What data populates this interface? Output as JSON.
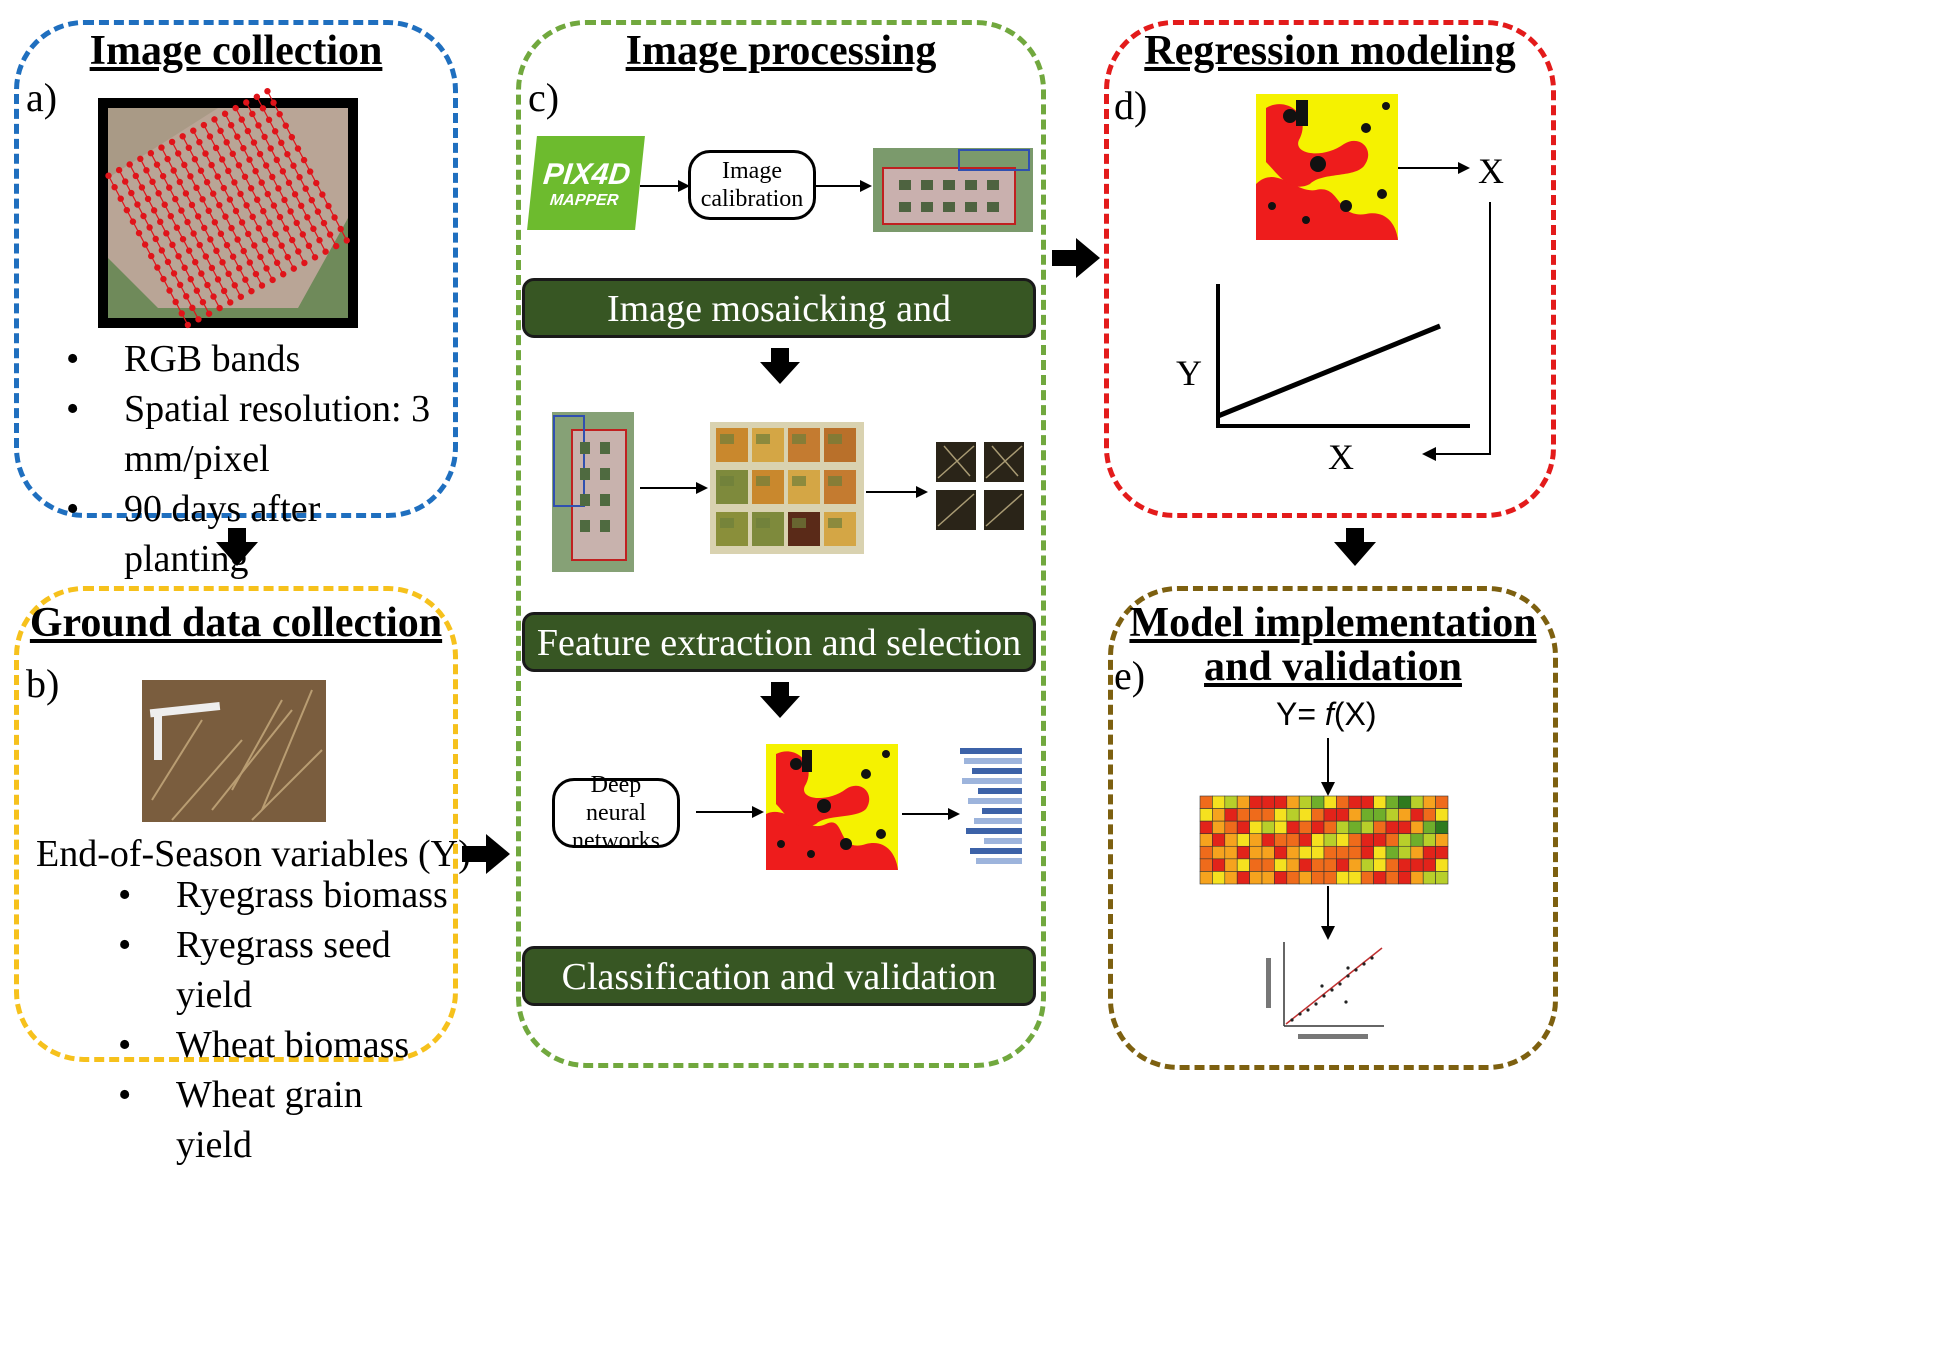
{
  "panel_a": {
    "title": "Image collection",
    "letter": "a)",
    "bullets": [
      "RGB bands",
      "Spatial resolution: 3 mm/pixel",
      "90 days after planting"
    ]
  },
  "panel_b": {
    "title": "Ground data collection",
    "letter": "b)",
    "variables_heading": "End-of-Season variables (Y)",
    "bullets": [
      "Ryegrass biomass",
      "Ryegrass seed yield",
      "Wheat biomass",
      "Wheat grain yield"
    ]
  },
  "panel_c": {
    "title": "Image processing",
    "letter": "c)",
    "logo_text_top": "PIX4D",
    "logo_text_bottom": "MAPPER",
    "calibration_box": "Image calibration",
    "stage_1": "Image mosaicking and calibration",
    "stage_2": "Feature extraction and selection",
    "dnn_box": "Deep neural networks",
    "stage_3": "Classification and validation"
  },
  "panel_d": {
    "title": "Regression modeling",
    "letter": "d)",
    "x_label_top": "X",
    "y_label": "Y",
    "x_label_axis": "X"
  },
  "panel_e": {
    "title_line1": "Model implementation",
    "title_line2": "and validation",
    "letter": "e)",
    "formula_pre": "Y= ",
    "formula_f": "f",
    "formula_post": "(X)"
  },
  "colors": {
    "blue": "#1F6FBF",
    "yellow": "#F6C11C",
    "green": "#71A83E",
    "red": "#E31B1B",
    "olive": "#7D6010",
    "dark_green": "#375623"
  }
}
